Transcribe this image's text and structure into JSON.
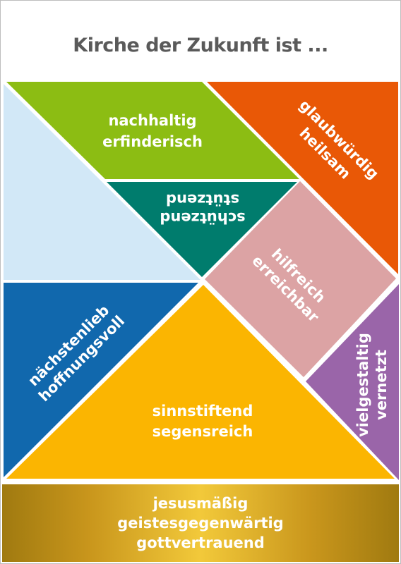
{
  "title": "Kirche der Zukunft ist ...",
  "pieces": {
    "green": {
      "color": "#8cbd13",
      "line1": "nachhaltig",
      "line2": "erfinderisch"
    },
    "orange": {
      "color": "#e95806",
      "line1": "glaubwürdig",
      "line2": "heilsam"
    },
    "teal": {
      "color": "#007c6d",
      "line1": "schützend",
      "line2": "stützend"
    },
    "lightblue": {
      "color": "#d2e8f7"
    },
    "pink": {
      "color": "#dca3a4",
      "line1": "hilfreich",
      "line2": "erreichbar"
    },
    "blue": {
      "color": "#1168ad",
      "line1": "nächstenlieb",
      "line2": "hoffnungsvoll"
    },
    "yellow": {
      "color": "#fbb501",
      "line1": "sinnstiftend",
      "line2": "segensreich"
    },
    "purple": {
      "color": "#9a65a9",
      "line1": "vielgestaltig",
      "line2": "vernetzt"
    }
  },
  "footer": {
    "line1": "jesusmäßig",
    "line2": "geistesgegenwärtig",
    "line3": "gottvertrauend"
  }
}
